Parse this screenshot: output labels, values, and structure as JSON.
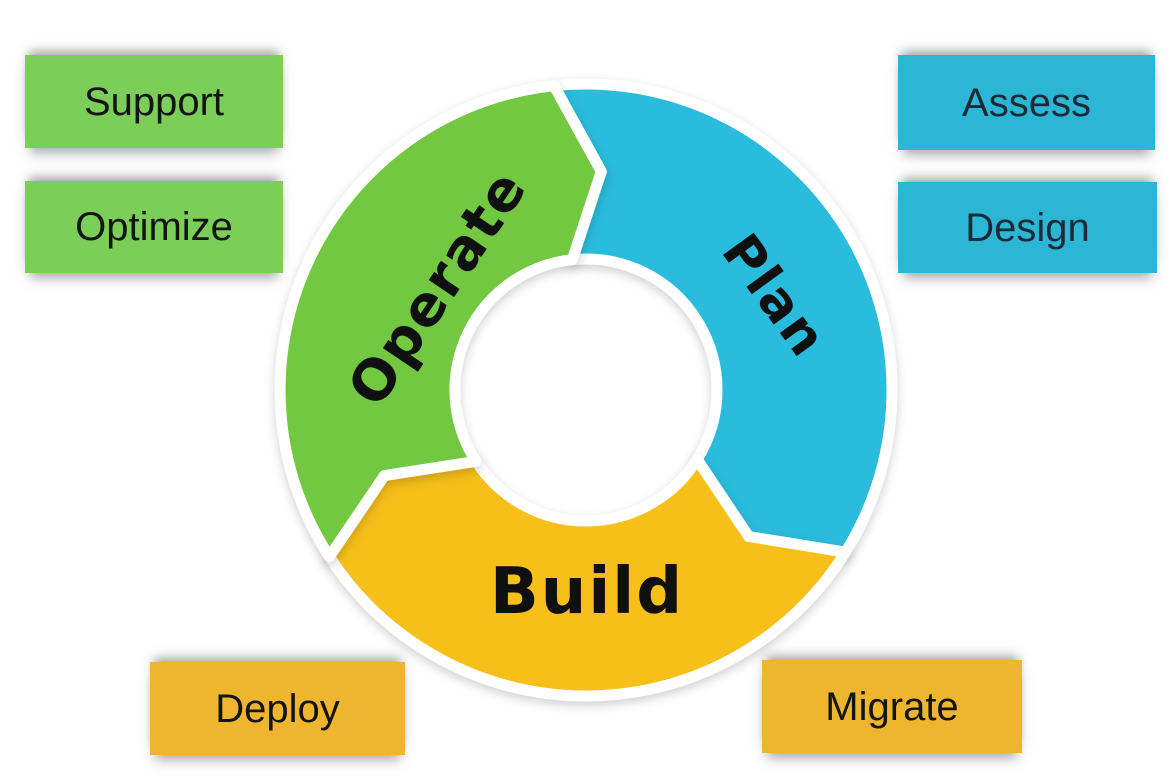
{
  "ring": {
    "flow_direction": "clockwise",
    "label_color": "#101010",
    "segments": [
      {
        "id": "plan",
        "label": "Plan",
        "color": "#2abcdd",
        "position": "top-right"
      },
      {
        "id": "build",
        "label": "Build",
        "color": "#f6bf1a",
        "position": "bottom"
      },
      {
        "id": "operate",
        "label": "Operate",
        "color": "#72c840",
        "position": "top-left"
      }
    ]
  },
  "boxes": [
    {
      "label": "Support",
      "group": "operate",
      "color": "#7bce57",
      "text_color": "#141414",
      "position": "top-left-1"
    },
    {
      "label": "Optimize",
      "group": "operate",
      "color": "#7bce57",
      "text_color": "#141414",
      "position": "top-left-2"
    },
    {
      "label": "Assess",
      "group": "plan",
      "color": "#2cb6d6",
      "text_color": "#1c2a38",
      "position": "top-right-1"
    },
    {
      "label": "Design",
      "group": "plan",
      "color": "#2cb6d6",
      "text_color": "#1c2a38",
      "position": "top-right-2"
    },
    {
      "label": "Deploy",
      "group": "build",
      "color": "#eeb62f",
      "text_color": "#141414",
      "position": "bottom-left"
    },
    {
      "label": "Migrate",
      "group": "build",
      "color": "#eeb62f",
      "text_color": "#141414",
      "position": "bottom-right"
    }
  ]
}
